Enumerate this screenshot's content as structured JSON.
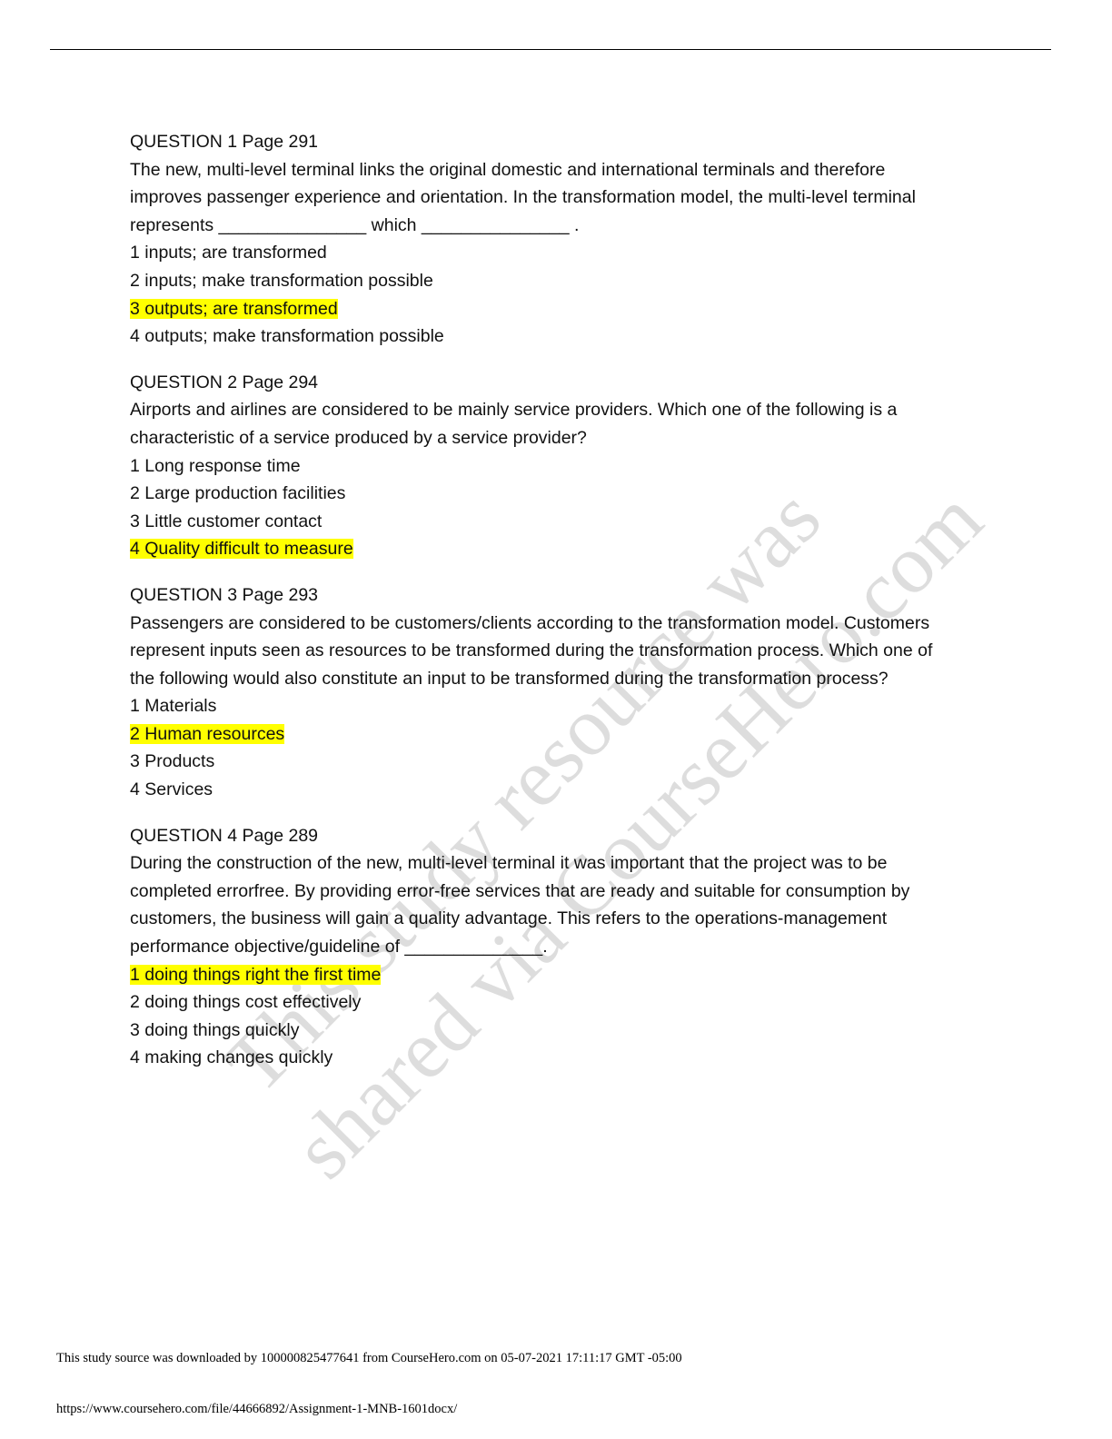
{
  "questions": [
    {
      "header": "QUESTION 1 Page 291",
      "body": [
        "The new, multi-level terminal links the original domestic and international terminals and therefore",
        "improves passenger experience and orientation. In the transformation model, the multi-level terminal",
        "represents _______________ which _______________ ."
      ],
      "options": [
        {
          "text": "1 inputs; are transformed",
          "highlighted": false
        },
        {
          "text": "2 inputs; make transformation possible",
          "highlighted": false
        },
        {
          "text": "3 outputs; are transformed",
          "highlighted": true
        },
        {
          "text": "4 outputs; make transformation possible",
          "highlighted": false
        }
      ]
    },
    {
      "header": "QUESTION 2 Page 294",
      "body": [
        "Airports and airlines are considered to be mainly service providers. Which one of the following is a",
        "characteristic of a service produced by a service provider?"
      ],
      "options": [
        {
          "text": "1 Long response time",
          "highlighted": false
        },
        {
          "text": "2 Large production facilities",
          "highlighted": false
        },
        {
          "text": "3 Little customer contact",
          "highlighted": false
        },
        {
          "text": "4 Quality difficult to measure",
          "highlighted": true
        }
      ]
    },
    {
      "header": "QUESTION 3 Page 293",
      "body": [
        "Passengers are considered to be customers/clients according to the transformation model. Customers",
        "represent inputs seen as resources to be transformed during the transformation process. Which one of",
        "the following would also constitute an input to be transformed during the transformation process?"
      ],
      "options": [
        {
          "text": "1 Materials",
          "highlighted": false
        },
        {
          "text": "2 Human resources",
          "highlighted": true
        },
        {
          "text": "3 Products",
          "highlighted": false
        },
        {
          "text": "4 Services",
          "highlighted": false
        }
      ]
    },
    {
      "header": "QUESTION 4 Page 289",
      "body": [
        "During the construction of the new, multi-level terminal it was important that the project was to be",
        "completed errorfree. By providing error-free services that are ready and suitable for consumption by",
        "customers, the business will gain a quality advantage. This refers to the operations-management",
        "performance objective/guideline of ______________."
      ],
      "options": [
        {
          "text": "1 doing things right the first time",
          "highlighted": true
        },
        {
          "text": "2 doing things cost effectively",
          "highlighted": false
        },
        {
          "text": "3 doing things quickly",
          "highlighted": false
        },
        {
          "text": "4 making changes quickly",
          "highlighted": false
        }
      ]
    }
  ],
  "watermark": {
    "line1": "This study resource was",
    "line2": "shared via CourseHero.com"
  },
  "footer": {
    "download_note": "This study source was downloaded by 100000825477641 from CourseHero.com on 05-07-2021 17:11:17 GMT -05:00",
    "url": "https://www.coursehero.com/file/44666892/Assignment-1-MNB-1601docx/"
  },
  "colors": {
    "highlight": "#ffff00"
  }
}
